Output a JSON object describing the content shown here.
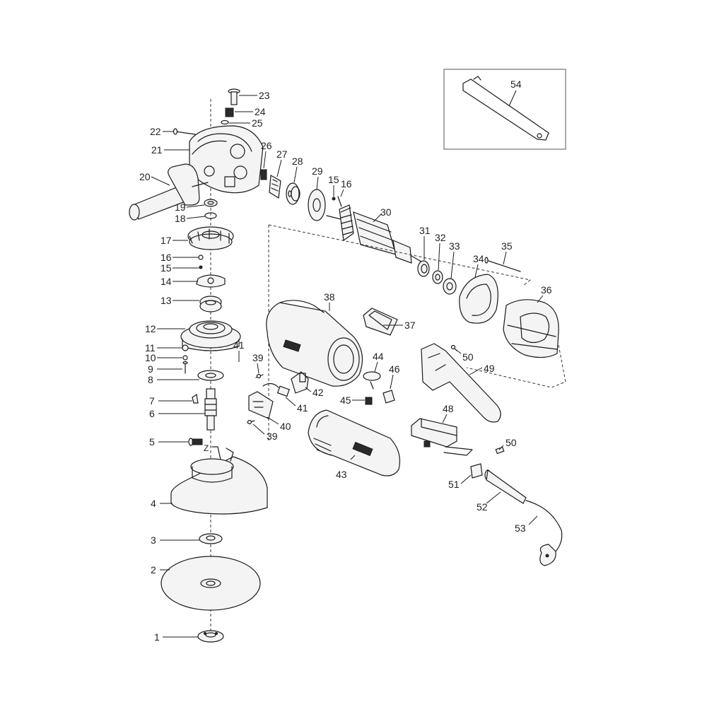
{
  "parts": [
    {
      "id": "1",
      "label": "1"
    },
    {
      "id": "2",
      "label": "2"
    },
    {
      "id": "3",
      "label": "3"
    },
    {
      "id": "4",
      "label": "4"
    },
    {
      "id": "5",
      "label": "5"
    },
    {
      "id": "6",
      "label": "6"
    },
    {
      "id": "7",
      "label": "7"
    },
    {
      "id": "8",
      "label": "8"
    },
    {
      "id": "9",
      "label": "9"
    },
    {
      "id": "10",
      "label": "10"
    },
    {
      "id": "11",
      "label": "11"
    },
    {
      "id": "12",
      "label": "12"
    },
    {
      "id": "13",
      "label": "13"
    },
    {
      "id": "14",
      "label": "14"
    },
    {
      "id": "15a",
      "label": "15"
    },
    {
      "id": "16a",
      "label": "16"
    },
    {
      "id": "17",
      "label": "17"
    },
    {
      "id": "18",
      "label": "18"
    },
    {
      "id": "19",
      "label": "19"
    },
    {
      "id": "20",
      "label": "20"
    },
    {
      "id": "21",
      "label": "21"
    },
    {
      "id": "22",
      "label": "22"
    },
    {
      "id": "23",
      "label": "23"
    },
    {
      "id": "24",
      "label": "24"
    },
    {
      "id": "25",
      "label": "25"
    },
    {
      "id": "26",
      "label": "26"
    },
    {
      "id": "27",
      "label": "27"
    },
    {
      "id": "28",
      "label": "28"
    },
    {
      "id": "29",
      "label": "29"
    },
    {
      "id": "15b",
      "label": "15"
    },
    {
      "id": "16b",
      "label": "16"
    },
    {
      "id": "30",
      "label": "30"
    },
    {
      "id": "31",
      "label": "31"
    },
    {
      "id": "32",
      "label": "32"
    },
    {
      "id": "33",
      "label": "33"
    },
    {
      "id": "34",
      "label": "34"
    },
    {
      "id": "35",
      "label": "35"
    },
    {
      "id": "36",
      "label": "36"
    },
    {
      "id": "37",
      "label": "37"
    },
    {
      "id": "38",
      "label": "38"
    },
    {
      "id": "39a",
      "label": "39"
    },
    {
      "id": "39b",
      "label": "39"
    },
    {
      "id": "40",
      "label": "40"
    },
    {
      "id": "41a",
      "label": "41"
    },
    {
      "id": "41b",
      "label": "41"
    },
    {
      "id": "42",
      "label": "42"
    },
    {
      "id": "43",
      "label": "43"
    },
    {
      "id": "44",
      "label": "44"
    },
    {
      "id": "45",
      "label": "45"
    },
    {
      "id": "46",
      "label": "46"
    },
    {
      "id": "48",
      "label": "48"
    },
    {
      "id": "49",
      "label": "49"
    },
    {
      "id": "50a",
      "label": "50"
    },
    {
      "id": "50b",
      "label": "50"
    },
    {
      "id": "51",
      "label": "51"
    },
    {
      "id": "52",
      "label": "52"
    },
    {
      "id": "53",
      "label": "53"
    },
    {
      "id": "54",
      "label": "54"
    }
  ]
}
